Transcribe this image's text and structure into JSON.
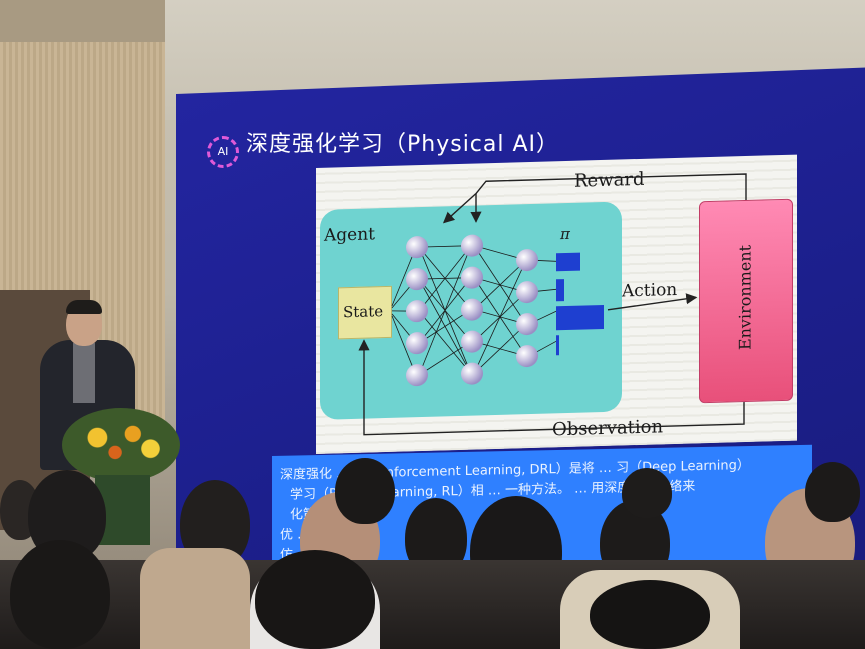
{
  "slide": {
    "title": "深度强化学习（Physical AI）",
    "logo_text": "AI"
  },
  "diagram": {
    "agent_label": "Agent",
    "state_label": "State",
    "pi_label": "π",
    "action_label": "Action",
    "reward_label": "Reward",
    "observation_label": "Observation",
    "environment_label": "Environment"
  },
  "bullets": [
    "深度强化 … p Reinforcement Learning, DRL）是将 … 习（Deep Learning）",
    "学习（R … nt Learning, RL）相 … 一种方法。 … 用深度神经网络来",
    "化策 …",
    "优 …",
    "仿 … 重局"
  ],
  "colors": {
    "screen": "#1f2294",
    "agent_box": "#6fd3d0",
    "environment_box": "#f06b96",
    "bullet_box": "#2f80ff",
    "policy_bars": "#1e3fd0"
  }
}
